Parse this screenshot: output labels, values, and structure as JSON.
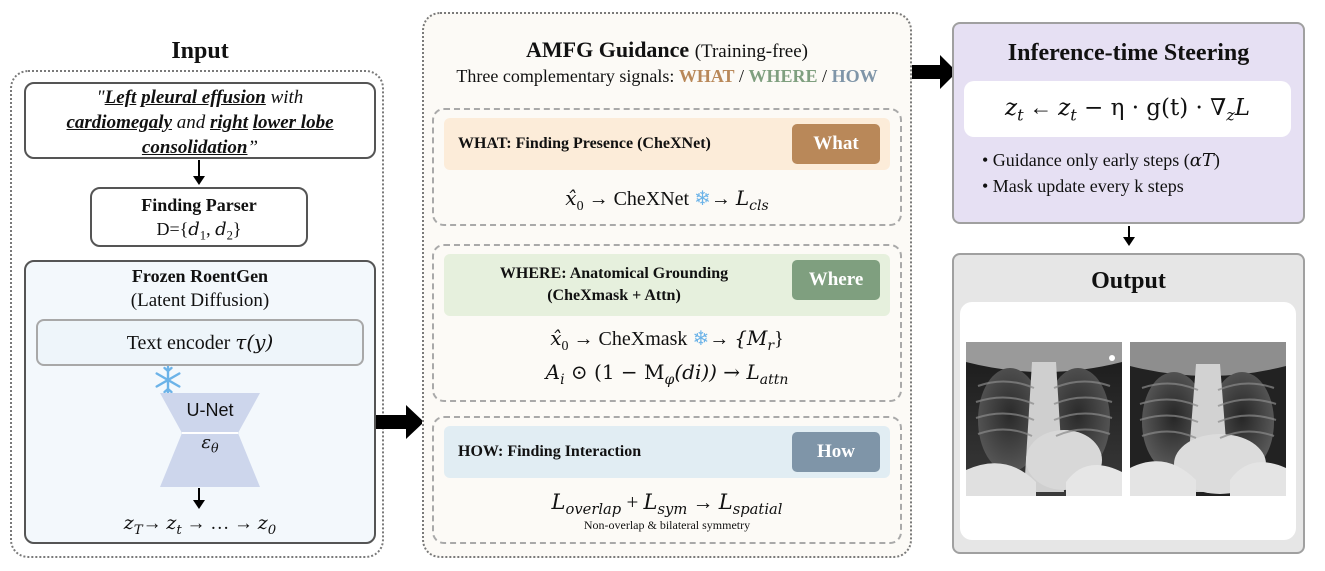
{
  "input": {
    "title": "Input",
    "prompt": {
      "open_quote": "\"",
      "w1": "Left",
      "w2": "pleural effusion",
      "w3": "with",
      "w4": "cardiomegaly",
      "w5": "and",
      "w6": "right",
      "w7": "lower lobe",
      "w8": "consolidation",
      "close_quote": "”"
    },
    "parser": {
      "title": "Finding Parser",
      "set": "D={",
      "d1": "d",
      "d1_sub": "1",
      "sep": ", ",
      "d2": "d",
      "d2_sub": "2",
      "close": "}"
    },
    "roentgen": {
      "title": "Frozen RoentGen",
      "subtitle": "(Latent Diffusion)",
      "encoder": "Text encoder ",
      "encoder_tau": "τ(y)",
      "unet": "U-Net",
      "eps": "ε",
      "eps_sub": "θ",
      "chain": [
        {
          "v": "z",
          "s": "T"
        },
        {
          "v": "z",
          "s": "t"
        },
        {
          "v": "…",
          "s": ""
        },
        {
          "v": "z",
          "s": "0"
        }
      ]
    }
  },
  "amfg": {
    "title_bold": "AMFG Guidance",
    "title_paren": "(Training-free)",
    "signals_prefix": "Three complementary signals: ",
    "what": "WHAT",
    "sep": " / ",
    "where": "WHERE",
    "how": "HOW",
    "colors": {
      "what": "#b98859",
      "where": "#7f9f7f",
      "how": "#7f95a8"
    },
    "what_box": {
      "label": "WHAT: Finding Presence (CheXNet)",
      "badge": "What",
      "formula_mid": "CheXNet",
      "loss": "L",
      "loss_sub": "cls"
    },
    "where_box": {
      "label1": "WHERE: Anatomical Grounding",
      "label2": "(CheXmask + Attn)",
      "badge": "Where",
      "formula_mid": "CheXmask",
      "mask": "{M",
      "mask_sub": "r",
      "mask_close": "}",
      "attn_a": "A",
      "attn_a_sub": "i",
      "attn_mid": " ⊙ (1 − M",
      "attn_m_sub": "φ",
      "attn_tail": "(di)) → ",
      "loss": "L",
      "loss_sub": "attn"
    },
    "how_box": {
      "label": "HOW: Finding Interaction",
      "badge": "How",
      "l1": "L",
      "l1_sub": "overlap",
      "plus": " + ",
      "l2": "L",
      "l2_sub": "sym",
      "arrow": " → ",
      "l3": "L",
      "l3_sub": "spatial",
      "note": "Non-overlap & bilateral symmetry"
    },
    "xhat": "x̂",
    "xhat_sub": "0"
  },
  "steering": {
    "title": "Inference-time Steering",
    "eq": {
      "z1": "z",
      "s1": "t",
      "arrow": " ← ",
      "z2": "z",
      "s2": "t",
      "rest": " − η · g(t) · ∇",
      "zsub": "z",
      "L": "L"
    },
    "bullet1": "• Guidance only early steps (",
    "bullet1_math": "αT",
    "bullet1_end": ")",
    "bullet2": "• Mask update every k steps"
  },
  "output": {
    "title": "Output"
  }
}
